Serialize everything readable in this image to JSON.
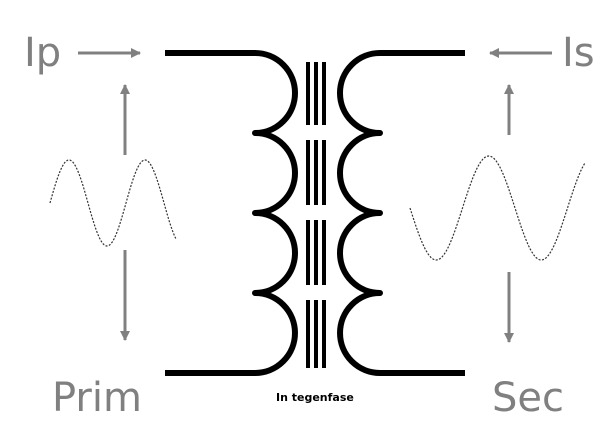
{
  "labels": {
    "primary_current": "Ip",
    "secondary_current": "Is",
    "primary": "Prim",
    "secondary": "Sec",
    "phase": "In tegenfase"
  },
  "colors": {
    "winding": "#000000",
    "core": "#000000",
    "arrow": "#808080",
    "label": "#808080",
    "wave": "#333333"
  }
}
